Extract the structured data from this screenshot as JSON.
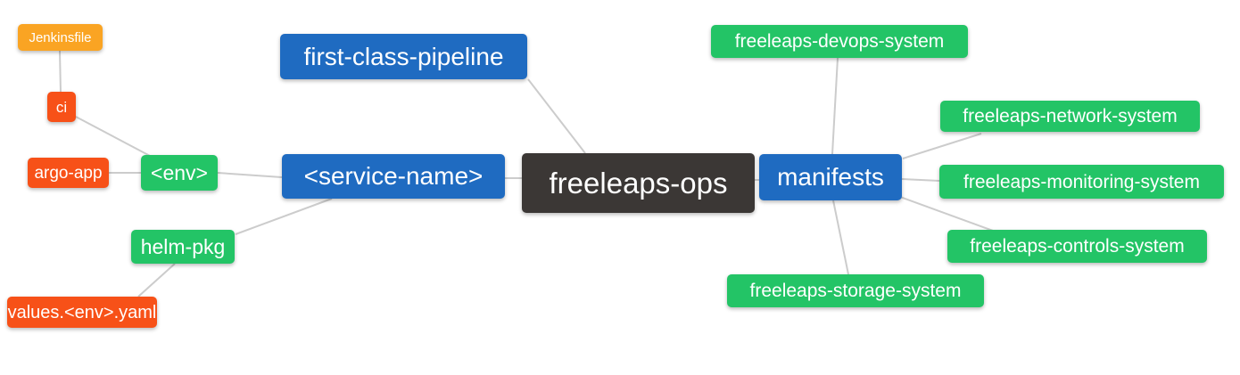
{
  "palette": {
    "background": "#ffffff",
    "amber": "#faa423",
    "red": "#f75118",
    "green": "#23c466",
    "blue": "#1f6bc1",
    "dark": "#3b3735",
    "edge": "#cccccc",
    "text": "#ffffff"
  },
  "nodes": {
    "jenkinsfile": {
      "label": "Jenkinsfile",
      "color": "#faa423"
    },
    "ci": {
      "label": "ci",
      "color": "#f75118"
    },
    "argo_app": {
      "label": "argo-app",
      "color": "#f75118"
    },
    "env": {
      "label": "<env>",
      "color": "#23c466"
    },
    "helm_pkg": {
      "label": "helm-pkg",
      "color": "#23c466"
    },
    "values_env_yaml": {
      "label": "values.<env>.yaml",
      "color": "#f75118"
    },
    "first_class_pipeline": {
      "label": "first-class-pipeline",
      "color": "#1f6bc1"
    },
    "service_name": {
      "label": "<service-name>",
      "color": "#1f6bc1"
    },
    "freeleaps_ops": {
      "label": "freeleaps-ops",
      "color": "#3b3735"
    },
    "manifests": {
      "label": "manifests",
      "color": "#1f6bc1"
    },
    "devops_system": {
      "label": "freeleaps-devops-system",
      "color": "#23c466"
    },
    "network_system": {
      "label": "freeleaps-network-system",
      "color": "#23c466"
    },
    "monitoring_system": {
      "label": "freeleaps-monitoring-system",
      "color": "#23c466"
    },
    "controls_system": {
      "label": "freeleaps-controls-system",
      "color": "#23c466"
    },
    "storage_system": {
      "label": "freeleaps-storage-system",
      "color": "#23c466"
    }
  },
  "edges": [
    {
      "from": "jenkinsfile",
      "to": "ci"
    },
    {
      "from": "ci",
      "to": "env"
    },
    {
      "from": "argo_app",
      "to": "env"
    },
    {
      "from": "env",
      "to": "service_name"
    },
    {
      "from": "helm_pkg",
      "to": "service_name"
    },
    {
      "from": "values_env_yaml",
      "to": "helm_pkg"
    },
    {
      "from": "first_class_pipeline",
      "to": "freeleaps_ops"
    },
    {
      "from": "service_name",
      "to": "freeleaps_ops"
    },
    {
      "from": "freeleaps_ops",
      "to": "manifests"
    },
    {
      "from": "manifests",
      "to": "devops_system"
    },
    {
      "from": "manifests",
      "to": "network_system"
    },
    {
      "from": "manifests",
      "to": "monitoring_system"
    },
    {
      "from": "manifests",
      "to": "controls_system"
    },
    {
      "from": "manifests",
      "to": "storage_system"
    }
  ]
}
